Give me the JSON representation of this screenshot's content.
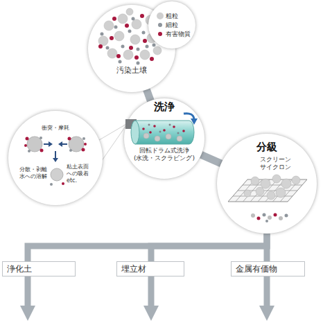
{
  "diagram": {
    "nodes": [
      {
        "text": [
          "汚染土壌"
        ]
      },
      {
        "text": [
          "洗浄",
          "回転ドラム式洗浄 (水洗・スクラビング)"
        ]
      },
      {
        "text": [
          "衝突・摩耗",
          "分散・剥離 水への溶解",
          "粘土表面への吸着 etc."
        ]
      },
      {
        "text": [
          "分級",
          "スクリーン サイクロン"
        ]
      },
      {
        "text": [
          "浄化土"
        ]
      },
      {
        "text": [
          "埋立材"
        ]
      },
      {
        "text": [
          "金属有価物"
        ]
      }
    ],
    "edges": [
      {
        "from": 0,
        "to": 1,
        "arrow": "none"
      },
      {
        "from": 1,
        "to": 3,
        "arrow": "none"
      },
      {
        "from": 3,
        "to": 4,
        "arrow": "to"
      },
      {
        "from": 3,
        "to": 5,
        "arrow": "to"
      },
      {
        "from": 3,
        "to": 6,
        "arrow": "to"
      }
    ],
    "legend": [
      {
        "text": "粗粒",
        "color": "#cfcfcf"
      },
      {
        "text": "細粒",
        "color": "#8e959c"
      },
      {
        "text": "有害物質",
        "color": "#a8183f"
      }
    ]
  }
}
